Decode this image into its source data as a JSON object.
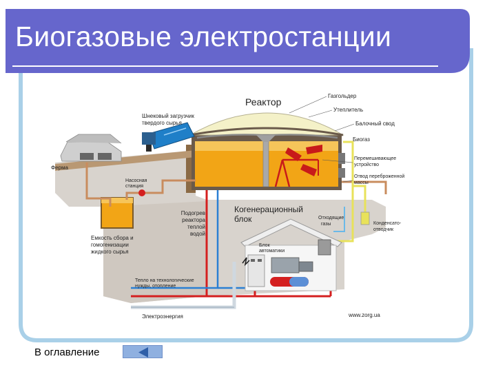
{
  "slide": {
    "title": "Биогазовые электростанции",
    "back_label": "В оглавление",
    "accent_color": "#6666cc",
    "frame_color": "#a9d0e8"
  },
  "diagram": {
    "labels": {
      "reactor": "Реактор",
      "gasholder": "Газгольдер",
      "insulation": "Утеплитель",
      "beam_roof": "Балочный свод",
      "biogas": "Биогаз",
      "mixer_line1": "Перемешивающее",
      "mixer_line2": "устройство",
      "outlet_line1": "Отвод переброженной",
      "outlet_line2": "массы",
      "exhaust_line1": "Отходящие",
      "exhaust_line2": "газы",
      "condensate_line1": "Конденсато-",
      "condensate_line2": "отводчик",
      "auger_line1": "Шнековый загрузчик",
      "auger_line2": "твердого сырья",
      "farm": "Ферма",
      "pump_line1": "Насосная",
      "pump_line2": "станция",
      "heating_line1": "Подогрев",
      "heating_line2": "реактора",
      "heating_line3": "теплой",
      "heating_line4": "водой",
      "chp_line1": "Когенерационный",
      "chp_line2": "блок",
      "automation_line1": "Блок",
      "automation_line2": "автоматики",
      "tank_line1": "Емкость сбора и",
      "tank_line2": "гомогенизации",
      "tank_line3": "жидкого сырья",
      "heat_line1": "Тепло на технологические",
      "heat_line2": "нужды, отопление",
      "electricity": "Электроэнергия",
      "website": "www.zorg.ua"
    }
  }
}
